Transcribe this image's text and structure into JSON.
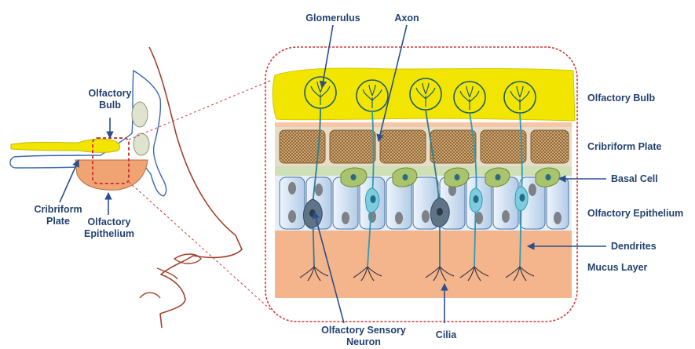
{
  "labels": {
    "glomerulus": "Glomerulus",
    "axon": "Axon",
    "olfactory_bulb": "Olfactory Bulb",
    "cribriform_plate": "Cribriform Plate",
    "basal_cell": "Basal Cell",
    "olfactory_epithelium": "Olfactory Epithelium",
    "dendrites": "Dendrites",
    "mucus_layer": "Mucus Layer",
    "cilia": "Cilia",
    "osn_line1": "Olfactory Sensory",
    "osn_line2": "Neuron",
    "small_bulb_line1": "Olfactory",
    "small_bulb_line2": "Bulb",
    "small_cribriform_line1": "Cribriform",
    "small_cribriform_line2": "Plate",
    "small_epithelium_line1": "Olfactory",
    "small_epithelium_line2": "Epithelium"
  },
  "colors": {
    "label_text": "#23426f",
    "bulb_yellow": "#f2e600",
    "cribriform_brown": "#c49a62",
    "epithelium_blue": "#c7daee",
    "mucus_orange": "#f4b48c",
    "basal_green": "#a9c46c",
    "neuron_teal": "#2e9bb5",
    "border_red": "#d0393a",
    "face_outline": "#a1432d"
  }
}
